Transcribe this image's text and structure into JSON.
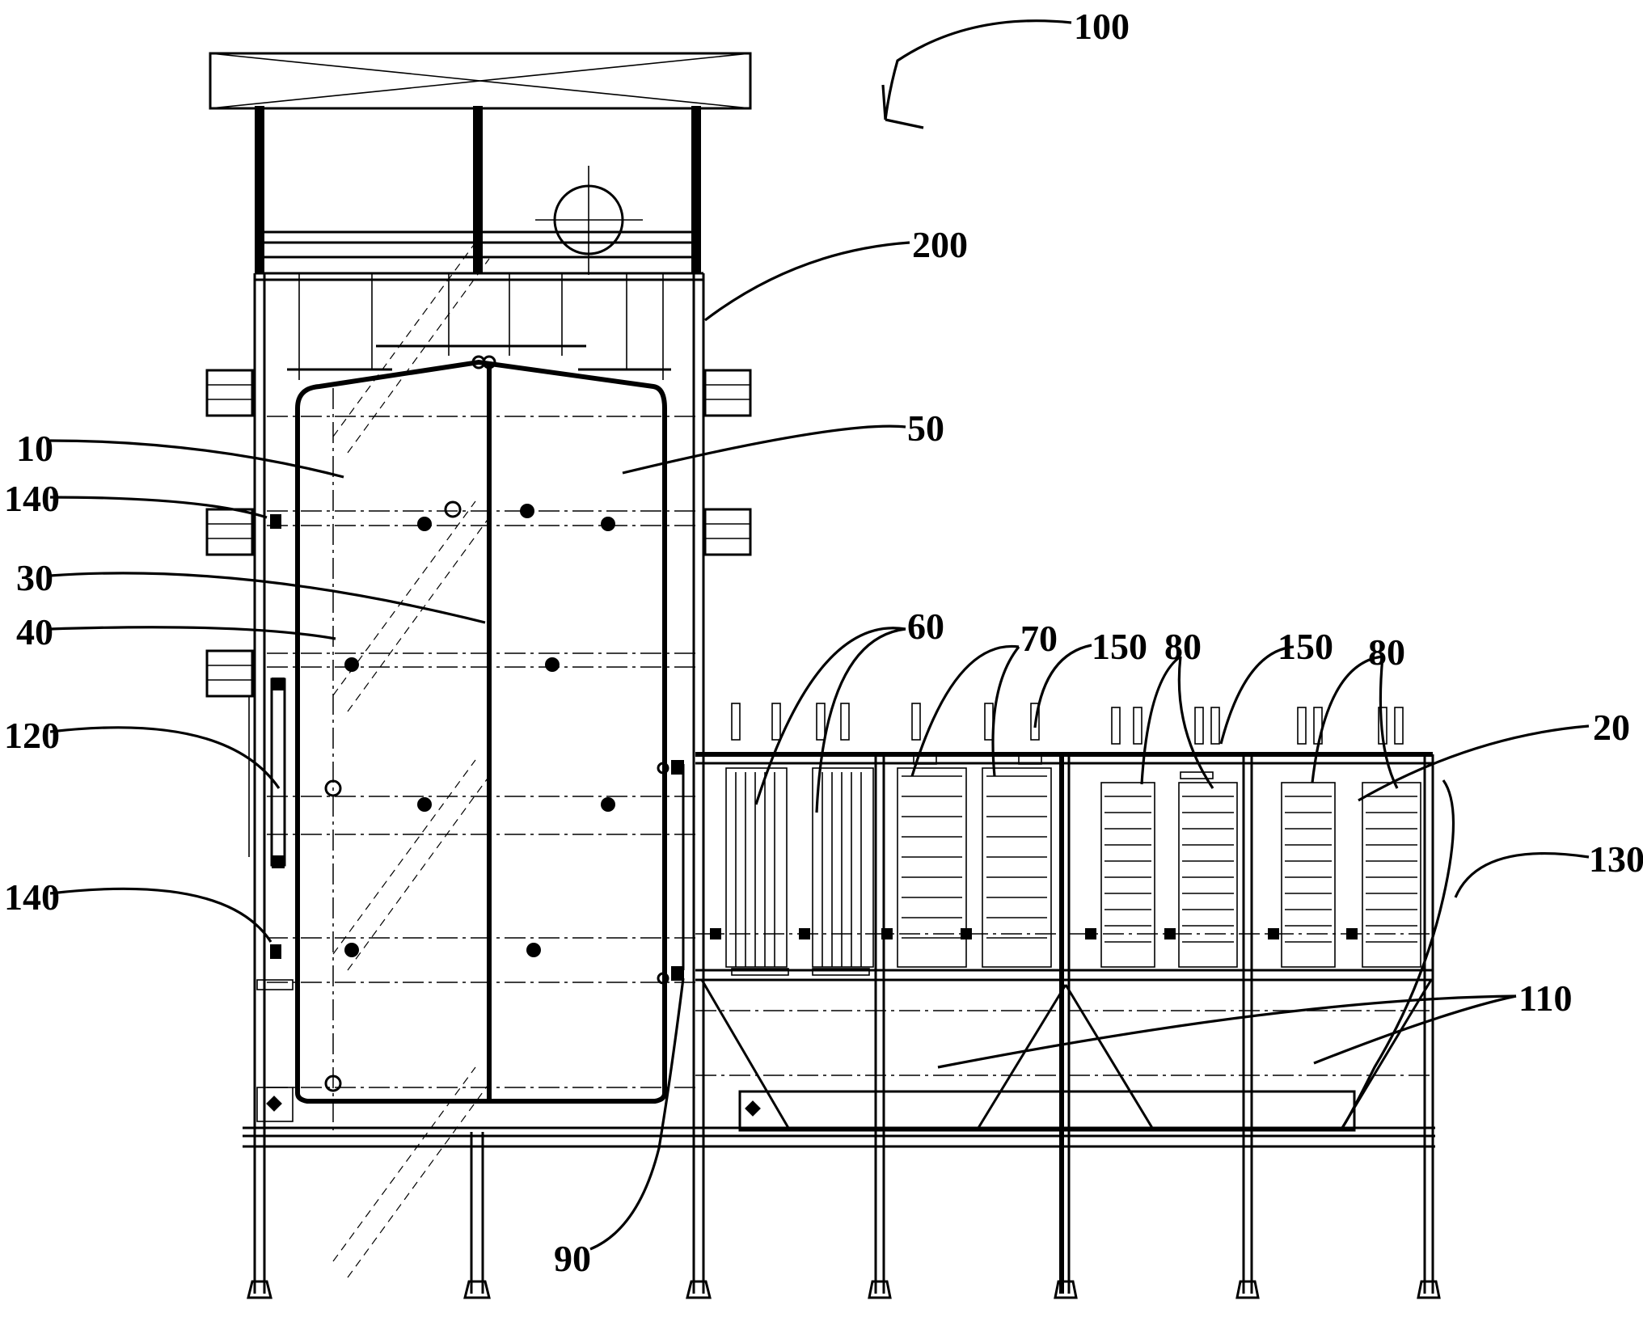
{
  "figure": {
    "labels": {
      "assembly": "100",
      "frame": "200",
      "chamber_left": "10",
      "chamber_right": "50",
      "nozzle_upper": "140",
      "nozzle_lower": "140",
      "partition": "30",
      "inner_zone": "40",
      "side_pipe": "120",
      "unit_60": "60",
      "unit_70": "70",
      "cover_a": "150",
      "cover_b": "150",
      "module_a": "80",
      "module_b": "80",
      "tank": "20",
      "outer_pipe": "130",
      "hoppers": "110",
      "connector": "90"
    }
  }
}
